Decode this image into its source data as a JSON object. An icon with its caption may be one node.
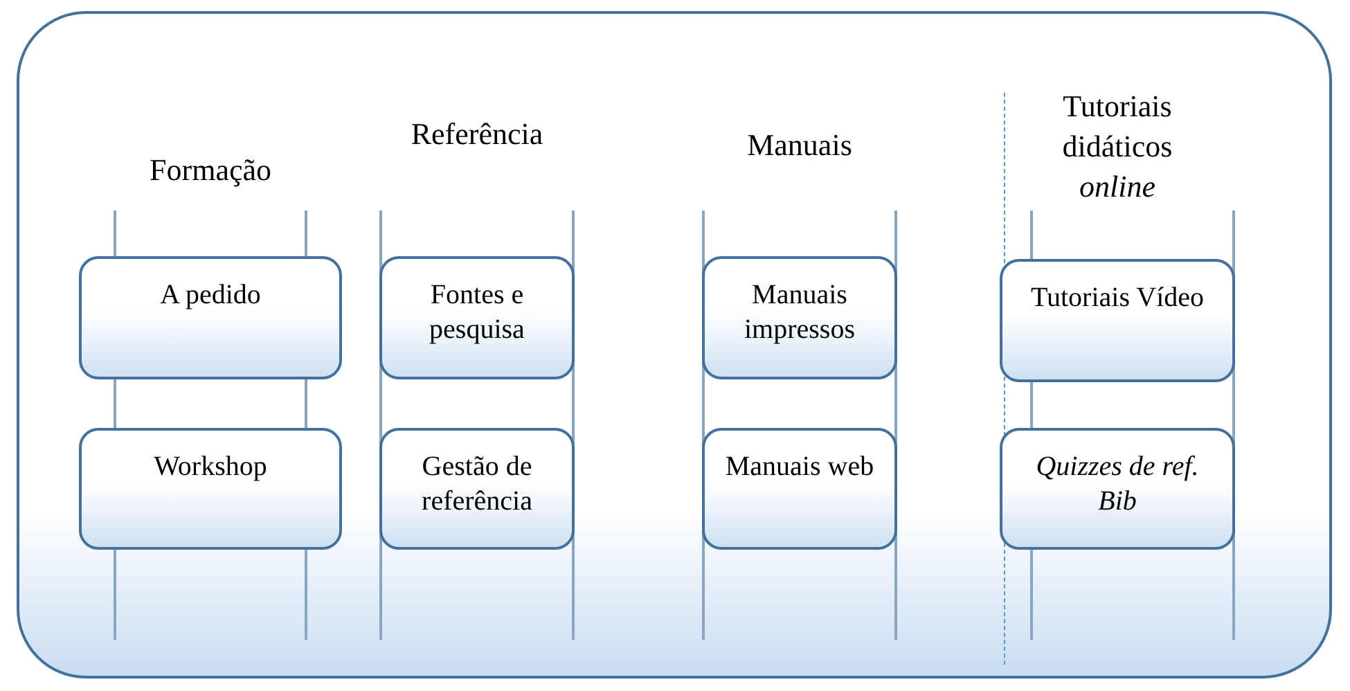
{
  "diagram": {
    "nodes": [
      {
        "text": [],
        "shape": "box"
      },
      {
        "text": [
          "Formação"
        ],
        "in": 0
      },
      {
        "text": [
          "A pedido"
        ],
        "in": 0
      },
      {
        "text": [
          "Workshop"
        ],
        "in": 0
      },
      {
        "text": [
          "Referência"
        ],
        "in": 0
      },
      {
        "text": [
          "Fontes e pesquisa"
        ],
        "in": 4
      },
      {
        "text": [
          "Gestão de referência"
        ],
        "in": 4
      },
      {
        "text": [
          "Manuais"
        ],
        "in": 0
      },
      {
        "text": [
          "Manuais impressos"
        ],
        "in": 7
      },
      {
        "text": [
          "Manuais web"
        ],
        "in": 7
      },
      {
        "text": [
          "Tutoriais didáticos *online*"
        ],
        "in": 0
      },
      {
        "text": [
          "Tutoriais Vídeo"
        ],
        "in": 10
      },
      {
        "text": [
          "*Quizzes de ref. Bib*"
        ],
        "in": 10
      }
    ]
  }
}
